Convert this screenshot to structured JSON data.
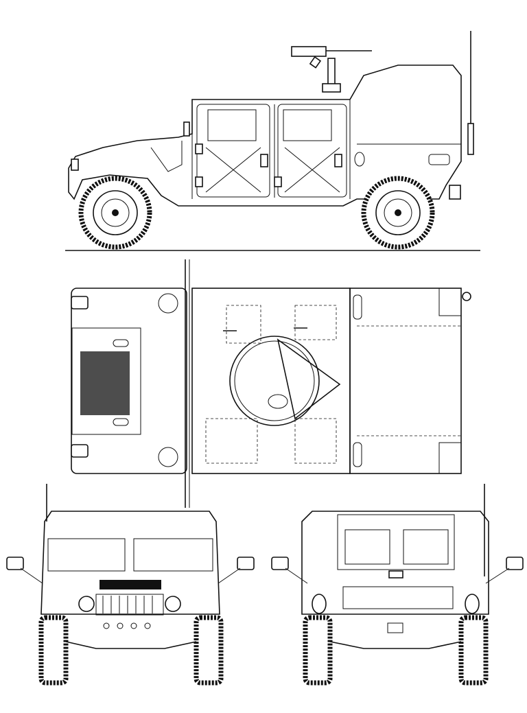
{
  "drawing": {
    "views": [
      "side",
      "top",
      "front",
      "rear"
    ],
    "line_color": "#111111",
    "background_color": "#ffffff"
  }
}
